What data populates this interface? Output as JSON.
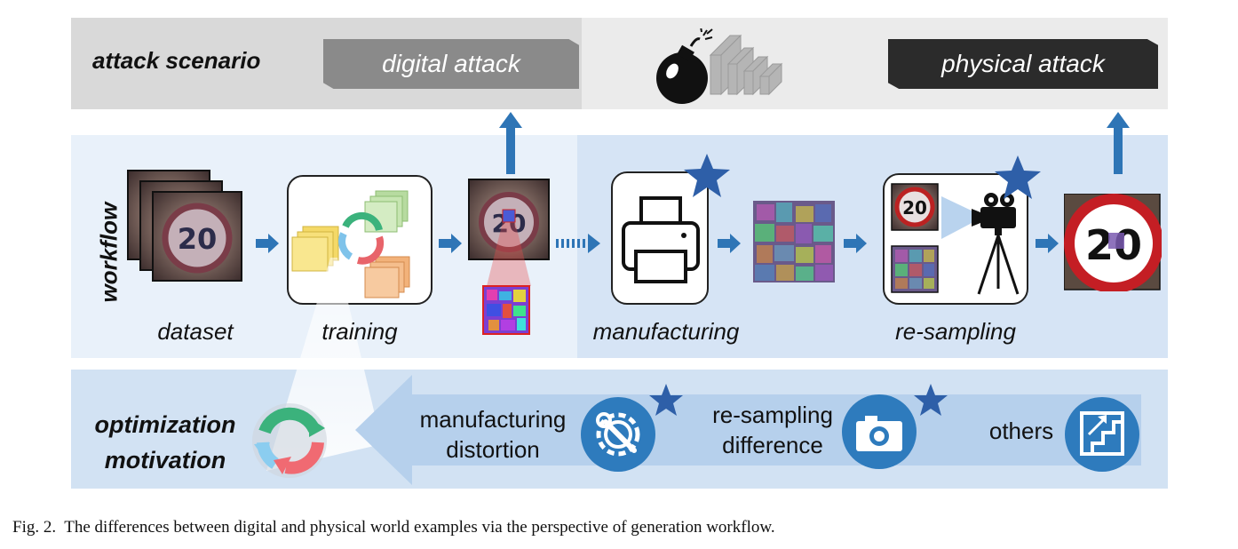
{
  "scenario": {
    "heading": "attack scenario",
    "digital_label": "digital attack",
    "physical_label": "physical attack"
  },
  "workflow": {
    "heading": "workflow",
    "steps": {
      "dataset": "dataset",
      "training": "training",
      "manufacturing": "manufacturing",
      "resampling": "re-sampling"
    },
    "sign_text": "20"
  },
  "motivation": {
    "heading_line1": "optimization",
    "heading_line2": "motivation",
    "items": [
      {
        "line1": "manufacturing",
        "line2": "distortion",
        "icon": "gear-wrench-icon"
      },
      {
        "line1": "re-sampling",
        "line2": "difference",
        "icon": "camera-icon"
      },
      {
        "line1": "others",
        "line2": "",
        "icon": "stairs-icon"
      }
    ]
  },
  "caption": "Fig. 2.  The differences between digital and physical world examples via the perspective of generation workflow.",
  "colors": {
    "arrow_blue": "#2e75b6",
    "star_blue": "#2e5fa8",
    "digital_tag": "#8a8a8a",
    "physical_tag": "#2b2b2b"
  }
}
